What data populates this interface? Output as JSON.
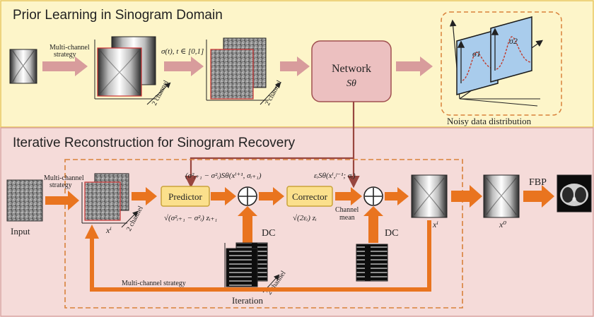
{
  "panels": {
    "top_title": "Prior Learning in Sinogram Domain",
    "bottom_title": "Iterative Reconstruction for Sinogram Recovery"
  },
  "top": {
    "multi_channel": [
      "Multi-channel",
      "strategy"
    ],
    "two_channel_a": "2 channel",
    "sigma_label": "σ(t), t ∈ [0,1]",
    "two_channel_b": "2 channel",
    "network_label": "Network",
    "network_symbol": "Sθ",
    "sigma1": "σ1",
    "sigma2": "σ2",
    "noisy_caption": "Noisy data distribution"
  },
  "bottom": {
    "input_label": "Input",
    "multi_channel": [
      "Multi-channel",
      "strategy"
    ],
    "xi_label": "xⁱ",
    "two_channel": "2 channel",
    "predictor_top": "(σ²ᵢ₊₁ − σ²ᵢ)Sθ(xⁱ⁺¹, σᵢ₊₁)",
    "predictor_label": "Predictor",
    "predictor_bottom": "√(σ²ᵢ₊₁ − σ²ᵢ) zᵢ₊₁",
    "corrector_top": "εᵢSθ(xⁱ,ʲ⁻¹; σᵢ)",
    "corrector_label": "Corrector",
    "corrector_bottom": "√(2εᵢ) zᵢ",
    "dc_left": "DC",
    "dc_right": "DC",
    "channel_mean": [
      "Channel",
      "mean"
    ],
    "two_channel_dc": "2 channel",
    "xi_out": "xⁱ",
    "x0_label": "x⁰",
    "fbp_label": "FBP",
    "multi_channel_strategy_bottom": "Multi-channel strategy",
    "iteration_label": "Iteration"
  },
  "colors": {
    "top_bg": "#fdf5c9",
    "bottom_bg": "#f5dbd9",
    "network_fill": "#ecc0c0",
    "network_stroke": "#a05050",
    "arrow_orange": "#e9741f",
    "arrow_pink": "#d89c9c",
    "module_fill": "#fbe08c",
    "module_stroke": "#c9a33b",
    "dashed_orange": "#d9813b",
    "brown_line": "#98463f",
    "blue_plane": "#a9ccec"
  }
}
